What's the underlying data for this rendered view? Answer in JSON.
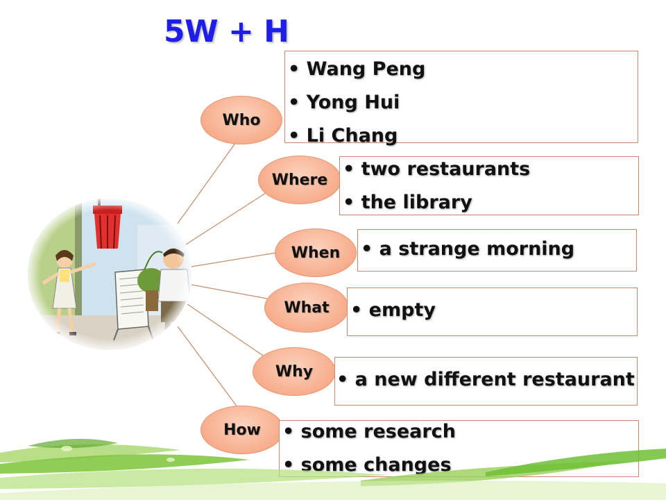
{
  "title": "5W + H",
  "branches": [
    {
      "label": "Who",
      "items": [
        "Wang Peng",
        "Yong Hui",
        "Li Chang"
      ]
    },
    {
      "label": "Where",
      "items": [
        "two restaurants",
        "the library"
      ]
    },
    {
      "label": "When",
      "items": [
        "a strange morning"
      ]
    },
    {
      "label": "What",
      "items": [
        "empty"
      ]
    },
    {
      "label": "Why",
      "items": [
        "a new different restaurant"
      ]
    },
    {
      "label": "How",
      "items": [
        "some research",
        "some changes"
      ]
    }
  ],
  "colors": {
    "title": "#1e1ee8",
    "node_fill": "#f7ad8c",
    "connector": "#c7916f",
    "leaf_green": "#7cc43a"
  }
}
